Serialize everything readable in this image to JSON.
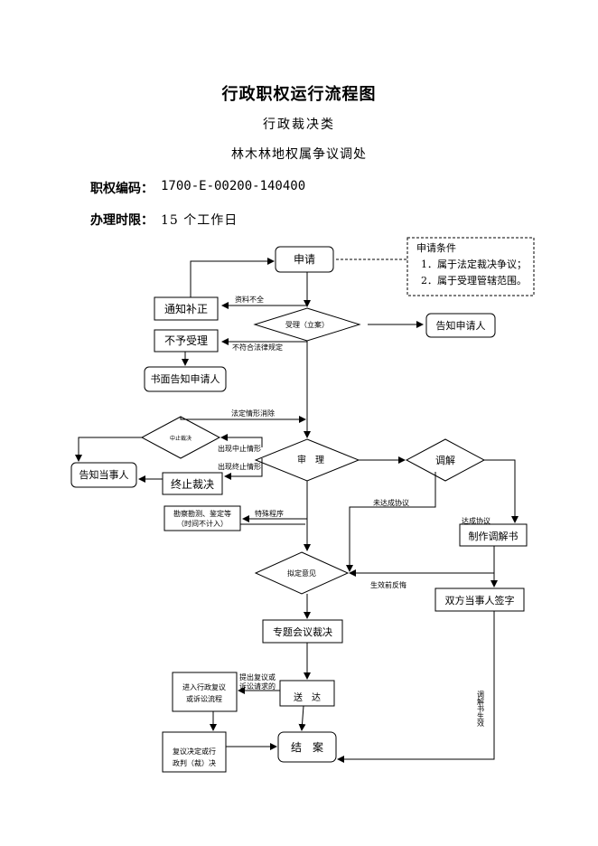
{
  "header": {
    "title": "行政职权运行流程图",
    "subtitle": "行政裁决类",
    "department": "林木林地权属争议调处",
    "code_label": "职权编码：",
    "code_value": "1700-E-00200-140400",
    "limit_label": "办理时限：",
    "limit_value": "15 个工作日"
  },
  "flow": {
    "apply": "申请",
    "conditions_title": "申请条件",
    "condition_1": "1．属于法定裁决争议；",
    "condition_2": "2．属于受理管辖范围。",
    "notify_supplement": "通知补正",
    "materials_incomplete": "资料不全",
    "accept": "受理（立案）",
    "notify_applicant": "告知申请人",
    "reject": "不予受理",
    "not_legal": "不符合法律规定",
    "written_notice": "书面告知申请人",
    "legal_cause_eliminated": "法定情形消除",
    "suspend": "中止裁决",
    "suspend_cause": "出现中止情形",
    "terminate_cause": "出现终止情形",
    "notify_party": "告知当事人",
    "terminate": "终止裁决",
    "review": "审　理",
    "mediate": "调解",
    "survey_line1": "勘察勘测、鉴定等",
    "survey_line2": "（时间不计入）",
    "special_procedure": "特殊程序",
    "no_agreement": "未达成协议",
    "agreement_reached": "达成协议",
    "make_mediation_doc": "制作调解书",
    "draft_opinion": "拟定意见",
    "regret_before_effect": "生效前反悔",
    "both_parties_sign": "双方当事人签字",
    "meeting_decision": "专题会议裁决",
    "request_review_line1": "提出复议或",
    "request_review_line2": "诉讼请求的",
    "enter_review_line1": "进入行政复议",
    "enter_review_line2": "或诉讼流程",
    "deliver": "送　达",
    "mediation_effective": "调解书生效",
    "review_result_line1": "复议决定或行",
    "review_result_line2": "政判（裁）决",
    "close_case": "结　案"
  }
}
